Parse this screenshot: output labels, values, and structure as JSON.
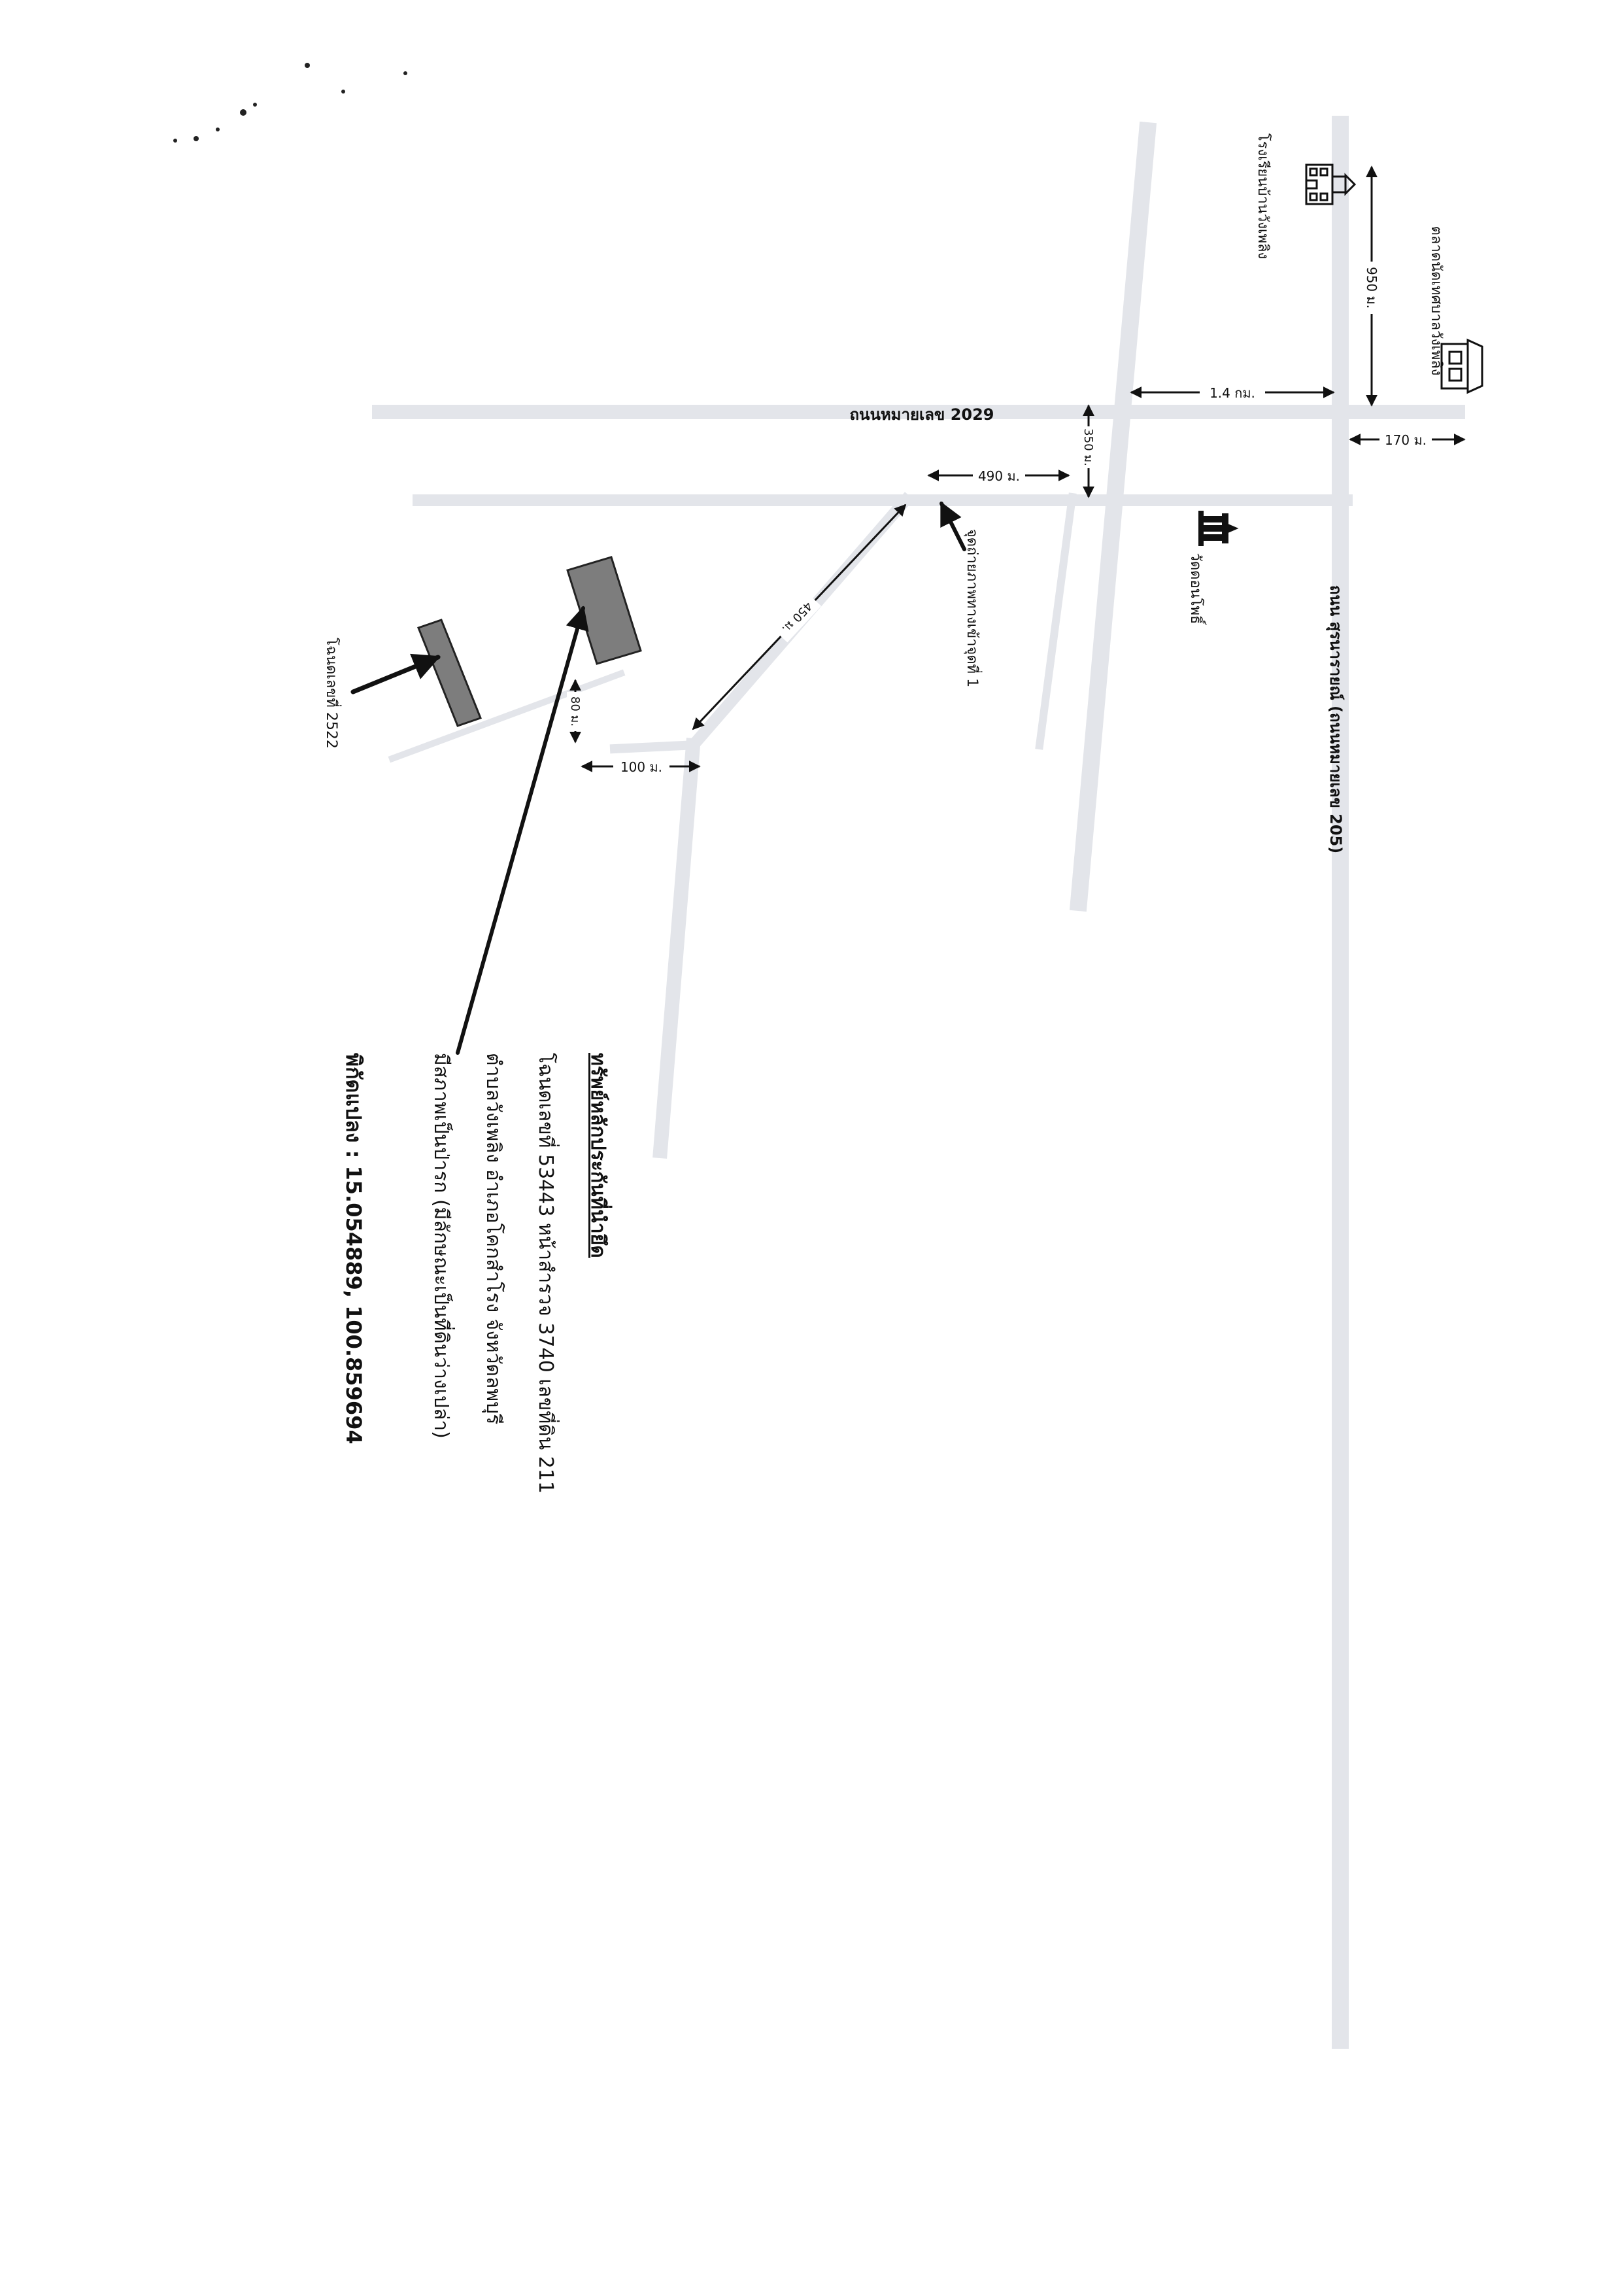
{
  "map": {
    "roads": {
      "route_2029": "ถนนหมายเลข 2029",
      "route_205": "ถนน สุรนารายณ์ (ถนนหมายเลข 205)"
    },
    "places": {
      "school": "โรงเรียนบ้านวังเพลิง",
      "market": "ตลาดนัดเทศบาลวังเพลิง",
      "temple": "วัดดอนโพธิ์",
      "waypoint_1": "จุดถ่ายภาพทางเข้าจุดที่ 1",
      "parcel_2522": "โฉนดเลขที่ 2522"
    },
    "distances": {
      "d_1_4_km": "1.4 กม.",
      "d_950": "950 ม.",
      "d_170": "170 ม.",
      "d_490": "490 ม.",
      "d_350": "350 ม.",
      "d_450": "450 ม.",
      "d_80": "80 ม.",
      "d_100": "100 ม."
    },
    "collateral": {
      "heading": "ทรัพย์หลักประกันที่นำยึด",
      "line1": "โฉนดเลขที่ 53443 หน้าสำรวจ 3740 เลขที่ดิน 211",
      "line2": "ตำบลวังเพลิง อำเภอโคกสำโรง จังหวัดลพบุรี",
      "line3": "มีสภาพเป็นป่ารก (มีลักษณะเป็นที่ดินว่างเปล่า)",
      "coordinates": "พิกัดแปลง : 15.054889, 100.859694"
    },
    "colors": {
      "road": "#e3e5ea",
      "parcel": "#7d7d7d",
      "ink": "#111111"
    },
    "icons": [
      "school-icon",
      "market-icon",
      "temple-icon"
    ]
  }
}
